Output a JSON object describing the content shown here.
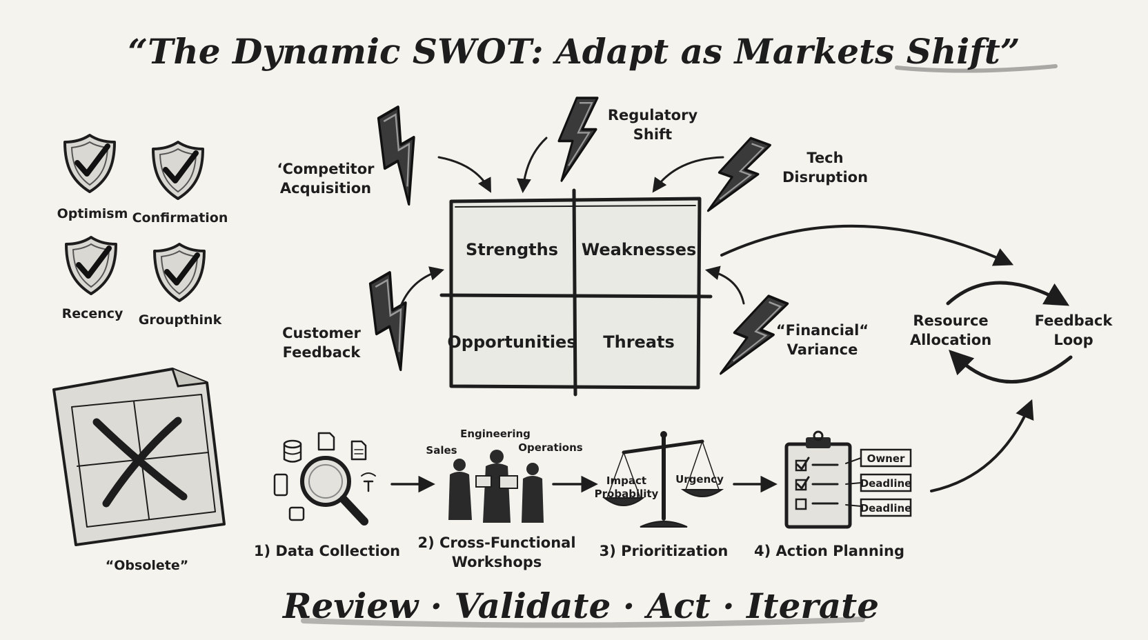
{
  "title": "“The Dynamic SWOT: Adapt as Markets Shift”",
  "biases": [
    "Optimism",
    "Confirmation",
    "Recency",
    "Groupthink"
  ],
  "obsolete_label": "“Obsolete”",
  "swot": {
    "strengths": "Strengths",
    "weaknesses": "Weaknesses",
    "opportunities": "Opportunities",
    "threats": "Threats"
  },
  "forces": {
    "competitor": [
      "‘Competitor",
      "Acquisition"
    ],
    "regulatory": [
      "Regulatory",
      "Shift"
    ],
    "tech": [
      "Tech",
      "Disruption"
    ],
    "customer": [
      "Customer",
      "Feedback"
    ],
    "financial": [
      "“Financial“",
      "Variance"
    ]
  },
  "cycle": {
    "resource": [
      "Resource",
      "Allocation"
    ],
    "feedback": [
      "Feedback",
      "Loop"
    ]
  },
  "process": {
    "step1": "1) Data Collection",
    "step2": [
      "2) Cross-Functional",
      "Workshops"
    ],
    "step3": "3) Prioritization",
    "step4": "4) Action Planning",
    "roles": [
      "Sales",
      "Engineering",
      "Operations"
    ],
    "scale": [
      "Impact",
      "Probability",
      "Urgency"
    ],
    "checklist": [
      "Owner",
      "Deadline",
      "Deadline"
    ]
  },
  "footer": "Review · Validate · Act · Iterate"
}
